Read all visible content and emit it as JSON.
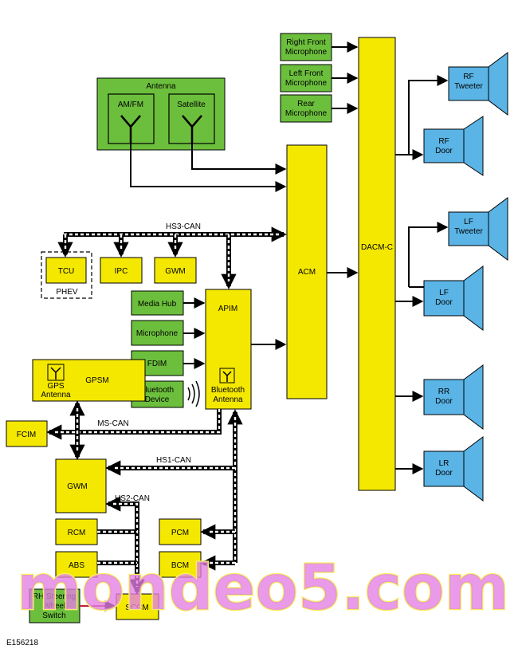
{
  "figure_ref": "E156218",
  "watermark": "mondeo5.com",
  "colors": {
    "yellow": "#f4e800",
    "green": "#6cbf3c",
    "blue": "#5ab4e6",
    "line": "#000000"
  },
  "blocks": {
    "antenna": "Antenna",
    "am_fm": "AM/FM",
    "satellite": "Satellite",
    "rf_mic_1": "Right Front",
    "rf_mic_2": "Microphone",
    "lf_mic_1": "Left Front",
    "lf_mic_2": "Microphone",
    "rear_mic_1": "Rear",
    "rear_mic_2": "Microphone",
    "tcu": "TCU",
    "phev": "PHEV",
    "ipc": "IPC",
    "gwm_top": "GWM",
    "acm": "ACM",
    "dacm": "DACM-C",
    "media_hub": "Media Hub",
    "microphone": "Microphone",
    "fdim": "FDIM",
    "bt_device_1": "Bluetooth",
    "bt_device_2": "Device",
    "apim": "APIM",
    "bt_antenna_1": "Bluetooth",
    "bt_antenna_2": "Antenna",
    "gps_antenna_1": "GPS",
    "gps_antenna_2": "Antenna",
    "gpsm": "GPSM",
    "fcim": "FCIM",
    "gwm_bottom": "GWM",
    "rcm": "RCM",
    "abs": "ABS",
    "pcm": "PCM",
    "bcm": "BCM",
    "rh_switch_1": "RH Steering",
    "rh_switch_2": "Wheel",
    "rh_switch_3": "Switch",
    "sccm": "SCCM",
    "rf_tweeter_1": "RF",
    "rf_tweeter_2": "Tweeter",
    "rf_door_1": "RF",
    "rf_door_2": "Door",
    "lf_tweeter_1": "LF",
    "lf_tweeter_2": "Tweeter",
    "lf_door_1": "LF",
    "lf_door_2": "Door",
    "rr_door_1": "RR",
    "rr_door_2": "Door",
    "lr_door_1": "LR",
    "lr_door_2": "Door"
  },
  "buses": {
    "hs3": "HS3-CAN",
    "ms": "MS-CAN",
    "hs1": "HS1-CAN",
    "hs2": "HS2-CAN"
  }
}
